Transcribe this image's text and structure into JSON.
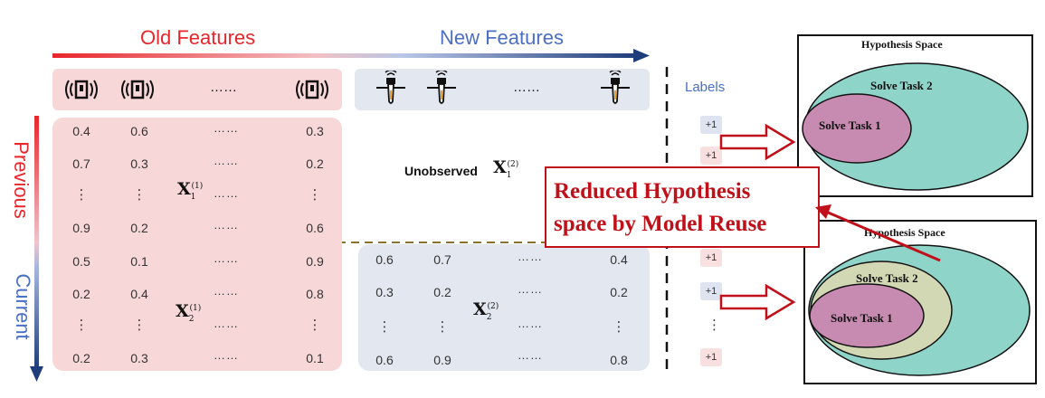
{
  "header": {
    "old_features": "Old Features",
    "new_features": "New Features",
    "labels": "Labels"
  },
  "time_axis": {
    "previous": "Previous",
    "current": "Current"
  },
  "icons": {
    "old_feature_icon": "wifi-sensor-device-icon",
    "new_feature_icon": "thermometer-probe-icon",
    "icon_dots": "……"
  },
  "matrix_previous_old": {
    "label_main": "X",
    "label_sub": "1",
    "label_sup": "(1)",
    "rows": [
      [
        "0.4",
        "0.6",
        "……",
        "0.3"
      ],
      [
        "0.7",
        "0.3",
        "……",
        "0.2"
      ],
      [
        "⋮",
        "⋮",
        "……",
        "⋮"
      ],
      [
        "0.9",
        "0.2",
        "……",
        "0.6"
      ]
    ]
  },
  "matrix_current_old": {
    "label_main": "X",
    "label_sub": "2",
    "label_sup": "(1)",
    "rows": [
      [
        "0.5",
        "0.1",
        "……",
        "0.9"
      ],
      [
        "0.2",
        "0.4",
        "……",
        "0.8"
      ],
      [
        "⋮",
        "⋮",
        "……",
        "⋮"
      ],
      [
        "0.2",
        "0.3",
        "……",
        "0.1"
      ]
    ]
  },
  "matrix_current_new": {
    "label_main": "X",
    "label_sub": "2",
    "label_sup": "(2)",
    "rows": [
      [
        "0.6",
        "0.7",
        "……",
        "0.4"
      ],
      [
        "0.3",
        "0.2",
        "……",
        "0.2"
      ],
      [
        "⋮",
        "⋮",
        "……",
        "⋮"
      ],
      [
        "0.6",
        "0.9",
        "……",
        "0.8"
      ]
    ]
  },
  "unobserved": {
    "text": "Unobserved",
    "label_main": "X",
    "label_sub": "1",
    "label_sup": "(2)"
  },
  "labels_column": {
    "values": [
      "+1",
      "+1",
      "+1",
      "+1",
      "⋮",
      "+1"
    ]
  },
  "callout": {
    "line1": "Reduced Hypothesis",
    "line2": "space by Model Reuse"
  },
  "hypothesis_top": {
    "title": "Hypothesis Space",
    "outer": "Solve Task 2",
    "inner": "Solve Task 1"
  },
  "hypothesis_bottom": {
    "title": "Hypothesis Space",
    "middle": "Solve Task 2",
    "inner": "Solve Task 1"
  },
  "colors": {
    "old_red": "#e8262b",
    "new_blue": "#4a6fc4",
    "arrow_dark": "#1f3d7a",
    "pink_panel": "#f8d7d8",
    "blue_panel": "#e2e7f0",
    "teal": "#8fd4c9",
    "sage": "#d3d8b4",
    "mauve": "#c78ab0",
    "callout_red": "#c0101a"
  }
}
